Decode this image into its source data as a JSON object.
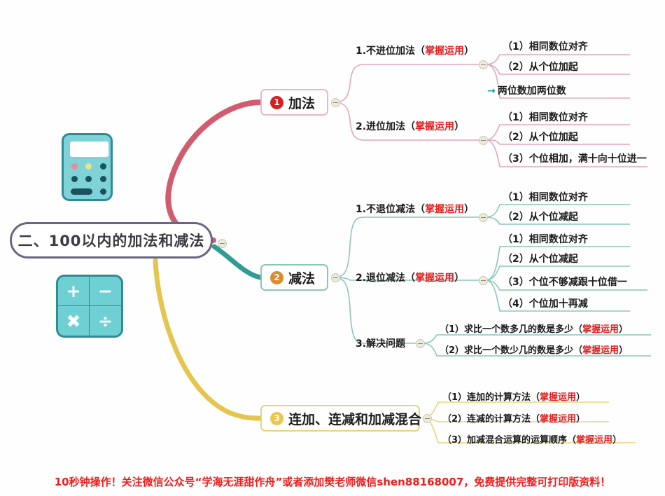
{
  "root": {
    "label": "二、100以内的加法和减法"
  },
  "branches": [
    {
      "id": "add",
      "index_badge": "1",
      "badge_color": "#d62020",
      "border_color": "#e9b9c6",
      "label": "加法",
      "topics": [
        {
          "label_main": "1.不进位加法（",
          "label_hl": "掌握运用",
          "label_tail": "）",
          "leaves": [
            {
              "text": "（1）相同数位对齐"
            },
            {
              "text": "（2）从个位加起"
            },
            {
              "text": "两位数加两位数",
              "arrow": "→"
            }
          ]
        },
        {
          "label_main": "2.进位加法（",
          "label_hl": "掌握运用",
          "label_tail": "）",
          "leaves": [
            {
              "text": "（1）相同数位对齐"
            },
            {
              "text": "（2）从个位加起"
            },
            {
              "text": "（3）个位相加，满十向十位进一"
            }
          ]
        }
      ]
    },
    {
      "id": "sub",
      "index_badge": "2",
      "badge_color": "#e08a2e",
      "border_color": "#8cc6bb",
      "label": "减法",
      "topics": [
        {
          "label_main": "1.不退位减法（",
          "label_hl": "掌握运用",
          "label_tail": "）",
          "leaves": [
            {
              "text": "（1）相同数位对齐"
            },
            {
              "text": "（2）从个位减起"
            }
          ]
        },
        {
          "label_main": "2.退位减法（",
          "label_hl": "掌握运用",
          "label_tail": "）",
          "leaves": [
            {
              "text": "（1）相同数位对齐"
            },
            {
              "text": "（2）从个位减起"
            },
            {
              "text": "（3）个位不够减跟十位借一"
            },
            {
              "text": "（4）个位加十再减"
            }
          ]
        },
        {
          "label_main": "3.解决问题",
          "label_hl": "",
          "label_tail": "",
          "leaves": [
            {
              "text": "（1）求比一个数多几的数是多少（",
              "hl": "掌握运用",
              "tail": "）"
            },
            {
              "text": "（2）求比一个数少几的数是多少（",
              "hl": "掌握运用",
              "tail": "）"
            }
          ]
        }
      ]
    },
    {
      "id": "mixed",
      "index_badge": "3",
      "badge_color": "#eec64a",
      "border_color": "#e8d57a",
      "label": "连加、连减和加减混合",
      "topics": [
        {
          "label_main": "",
          "label_hl": "",
          "label_tail": "",
          "leaves": [
            {
              "text": "（1）连加的计算方法（",
              "hl": "掌握运用",
              "tail": "）"
            },
            {
              "text": "（2）连减的计算方法（",
              "hl": "掌握运用",
              "tail": "）"
            },
            {
              "text": "（3）加减混合运算的运算顺序（",
              "hl": "掌握运用",
              "tail": "）"
            }
          ]
        }
      ]
    }
  ],
  "illustrations": {
    "calculator": {
      "name": "calculator-icon"
    },
    "operators": {
      "name": "operators-icon",
      "keys": [
        "+",
        "−",
        "✖",
        "÷"
      ]
    }
  },
  "footer": {
    "text": "10秒钟操作！关注微信公众号“学海无涯甜作舟”或者添加樊老师微信shen88168007，免费提供完整可打印版资料！"
  },
  "colors": {
    "root_border": "#6b6483",
    "branch_add": "#cc4f63",
    "branch_sub": "#1f948c",
    "branch_mixed": "#e2c13f",
    "highlight_red": "#e02020",
    "footer_red": "#ee1c1c"
  }
}
